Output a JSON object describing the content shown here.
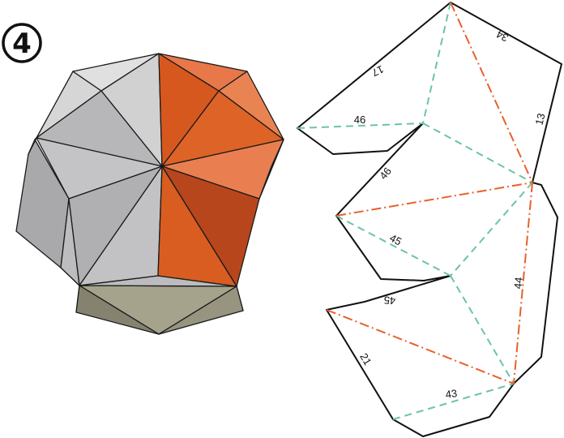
{
  "step": {
    "number": "4"
  },
  "colors": {
    "cut_line": "#111111",
    "valley_fold": "#6cc3a6",
    "mountain_fold": "#e8602c",
    "orange_face": "#e0652a",
    "grey_face": "#c9c9c9"
  },
  "net": {
    "edge_labels": [
      "17",
      "34",
      "13",
      "46",
      "46",
      "45",
      "45",
      "44",
      "21",
      "43"
    ]
  }
}
